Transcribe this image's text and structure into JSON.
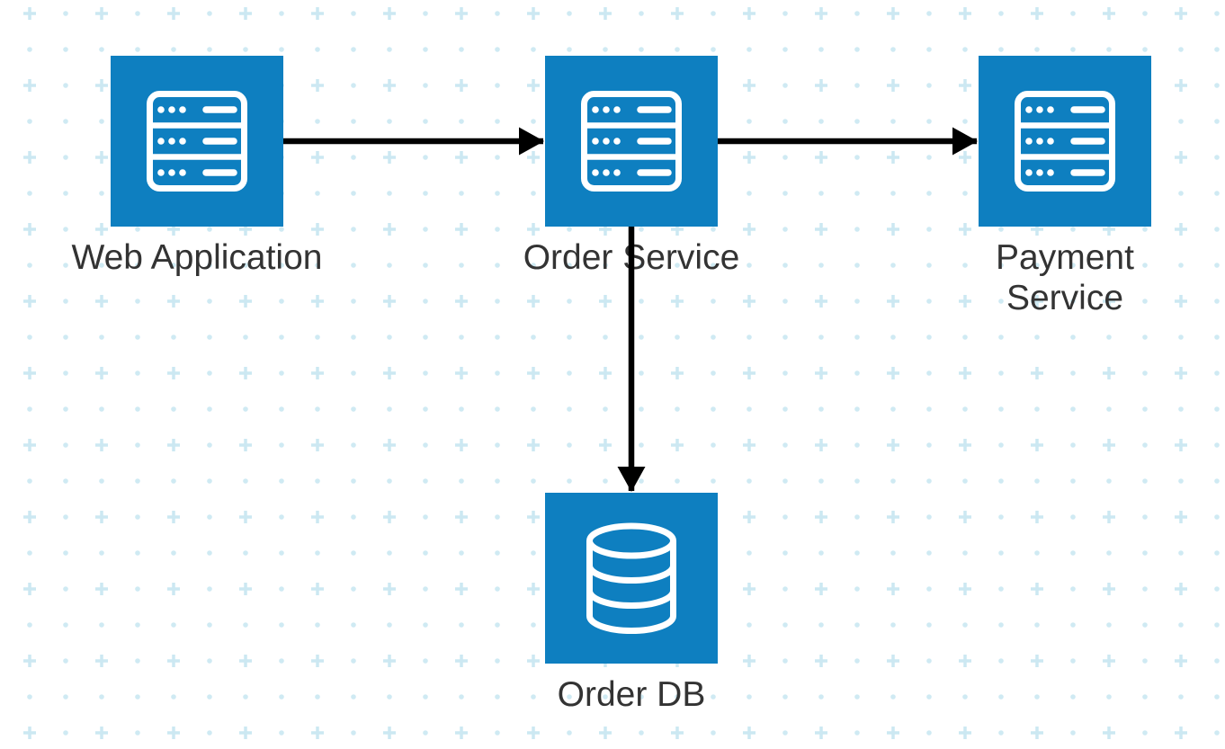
{
  "diagram": {
    "title": "",
    "nodes": [
      {
        "id": "web-application",
        "label": "Web Application",
        "icon": "server-icon",
        "fill": "#0e7fc0"
      },
      {
        "id": "order-service",
        "label": "Order Service",
        "icon": "server-icon",
        "fill": "#0e7fc0"
      },
      {
        "id": "payment-service",
        "label": "Payment Service",
        "icon": "server-icon",
        "fill": "#0e7fc0"
      },
      {
        "id": "order-db",
        "label": "Order DB",
        "icon": "database-icon",
        "fill": "#0e7fc0"
      }
    ],
    "edges": [
      {
        "from": "Web Application",
        "to": "Order Service",
        "direction": "right",
        "style": "solid-arrow"
      },
      {
        "from": "Order Service",
        "to": "Payment Service",
        "direction": "right",
        "style": "solid-arrow"
      },
      {
        "from": "Order Service",
        "to": "Order DB",
        "direction": "down",
        "style": "solid-arrow"
      }
    ],
    "colors": {
      "node_fill": "#0e7fc0",
      "icon_stroke": "#ffffff",
      "edge": "#000000",
      "label": "#333333",
      "grid_cross": "#cce8f2",
      "grid_dot": "#cfeaf3",
      "background": "#ffffff"
    }
  }
}
